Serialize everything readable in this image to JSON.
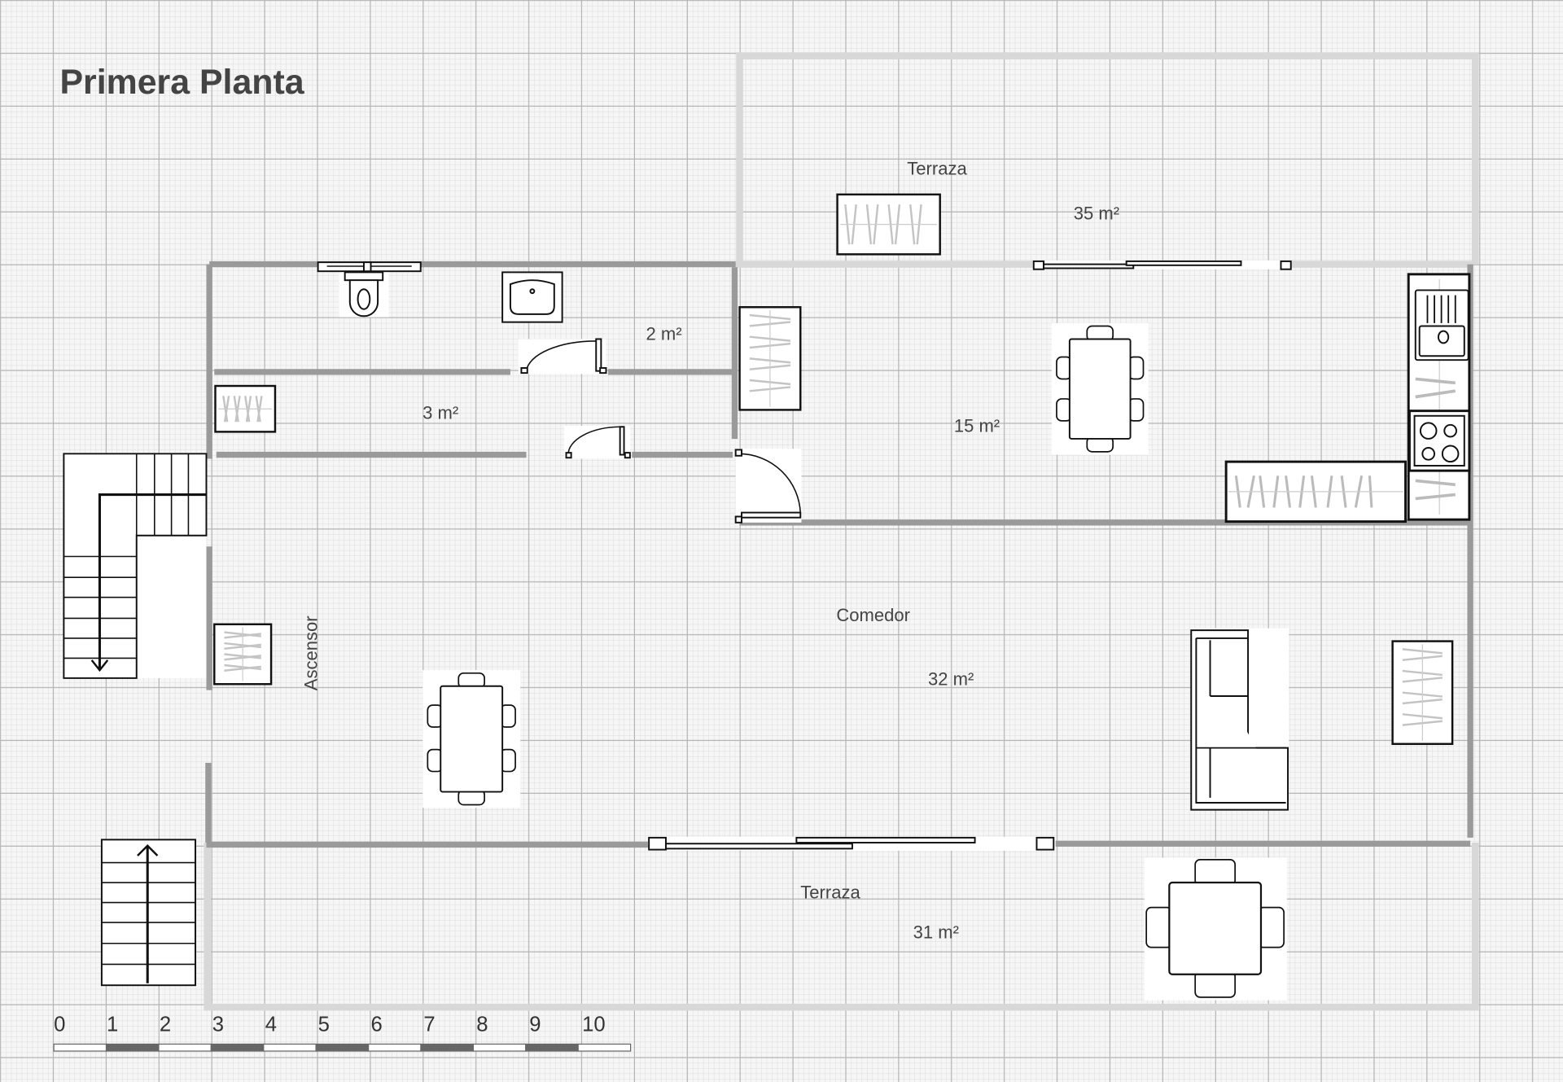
{
  "title": "Primera Planta",
  "rooms": [
    {
      "name": "Terraza",
      "area": "35 m²"
    },
    {
      "name": "",
      "area": "2 m²"
    },
    {
      "name": "",
      "area": "3 m²"
    },
    {
      "name": "",
      "area": "15 m²"
    },
    {
      "name": "Comedor",
      "area": "32 m²"
    },
    {
      "name": "Terraza",
      "area": "31 m²"
    }
  ],
  "elevator_label": "Ascensor",
  "scale_bar": {
    "ticks": [
      "0",
      "1",
      "2",
      "3",
      "4",
      "5",
      "6",
      "7",
      "8",
      "9",
      "10"
    ]
  },
  "colors": {
    "grid_major": "#b4b4b4",
    "grid_minor": "#dcdcdc",
    "wall": "#9a9a9a",
    "terrace_wall": "#d8d8d8",
    "text": "#444444"
  }
}
